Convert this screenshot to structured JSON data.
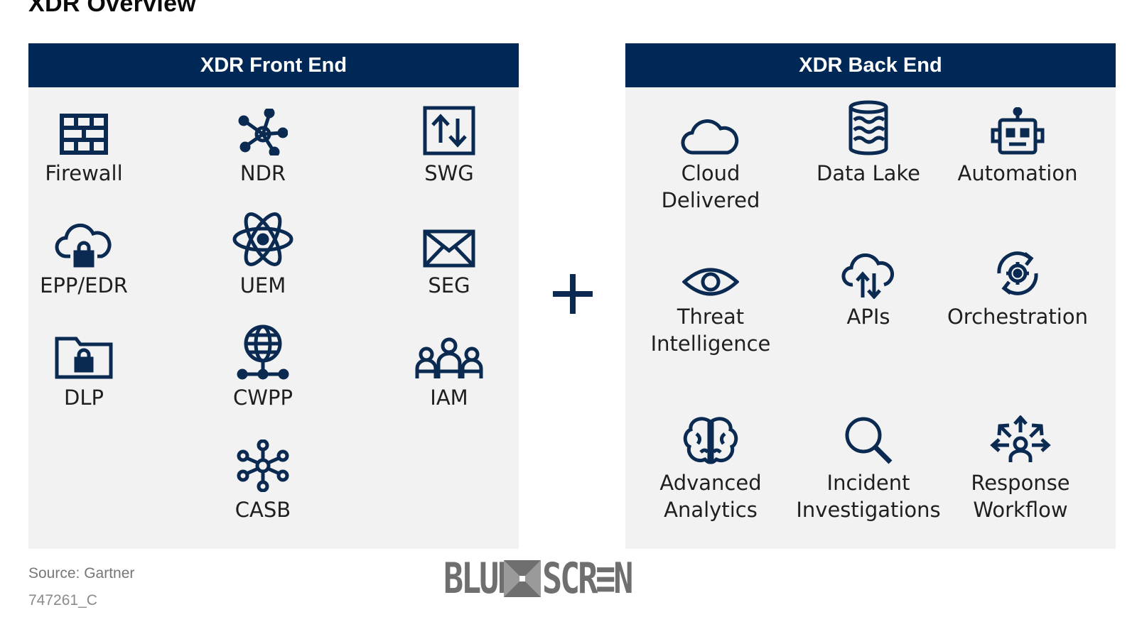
{
  "title": "XDR Overview",
  "front_end": {
    "header": "XDR Front End",
    "items": [
      {
        "label": "Firewall",
        "icon": "firewall-icon"
      },
      {
        "label": "NDR",
        "icon": "network-node-icon"
      },
      {
        "label": "SWG",
        "icon": "up-down-arrows-icon"
      },
      {
        "label": "EPP/EDR",
        "icon": "cloud-lock-icon"
      },
      {
        "label": "UEM",
        "icon": "atom-icon"
      },
      {
        "label": "SEG",
        "icon": "envelope-icon"
      },
      {
        "label": "DLP",
        "icon": "folder-lock-icon"
      },
      {
        "label": "CWPP",
        "icon": "globe-network-icon"
      },
      {
        "label": "IAM",
        "icon": "people-icon"
      },
      {
        "label": "CASB",
        "icon": "hub-network-icon"
      }
    ]
  },
  "back_end": {
    "header": "XDR Back End",
    "items": [
      {
        "label": "Cloud\nDelivered",
        "icon": "cloud-icon"
      },
      {
        "label": "Data Lake",
        "icon": "database-icon"
      },
      {
        "label": "Automation",
        "icon": "robot-icon"
      },
      {
        "label": "Threat\nIntelligence",
        "icon": "eye-icon"
      },
      {
        "label": "APIs",
        "icon": "cloud-arrows-icon"
      },
      {
        "label": "Orchestration",
        "icon": "gear-cycle-icon"
      },
      {
        "label": "Advanced\nAnalytics",
        "icon": "brain-icon"
      },
      {
        "label": "Incident\nInvestigations",
        "icon": "magnifier-icon"
      },
      {
        "label": "Response\nWorkflow",
        "icon": "response-arrows-icon"
      }
    ]
  },
  "connector": "plus-icon",
  "footer": {
    "source": "Source: Gartner",
    "id": "747261_C"
  },
  "watermark": {
    "left": "BLUE",
    "right": "SCR≡N"
  },
  "colors": {
    "navy": "#002856",
    "icon": "#0b2a52",
    "panel_bg": "#f2f2f2",
    "muted_text": "#777777"
  }
}
